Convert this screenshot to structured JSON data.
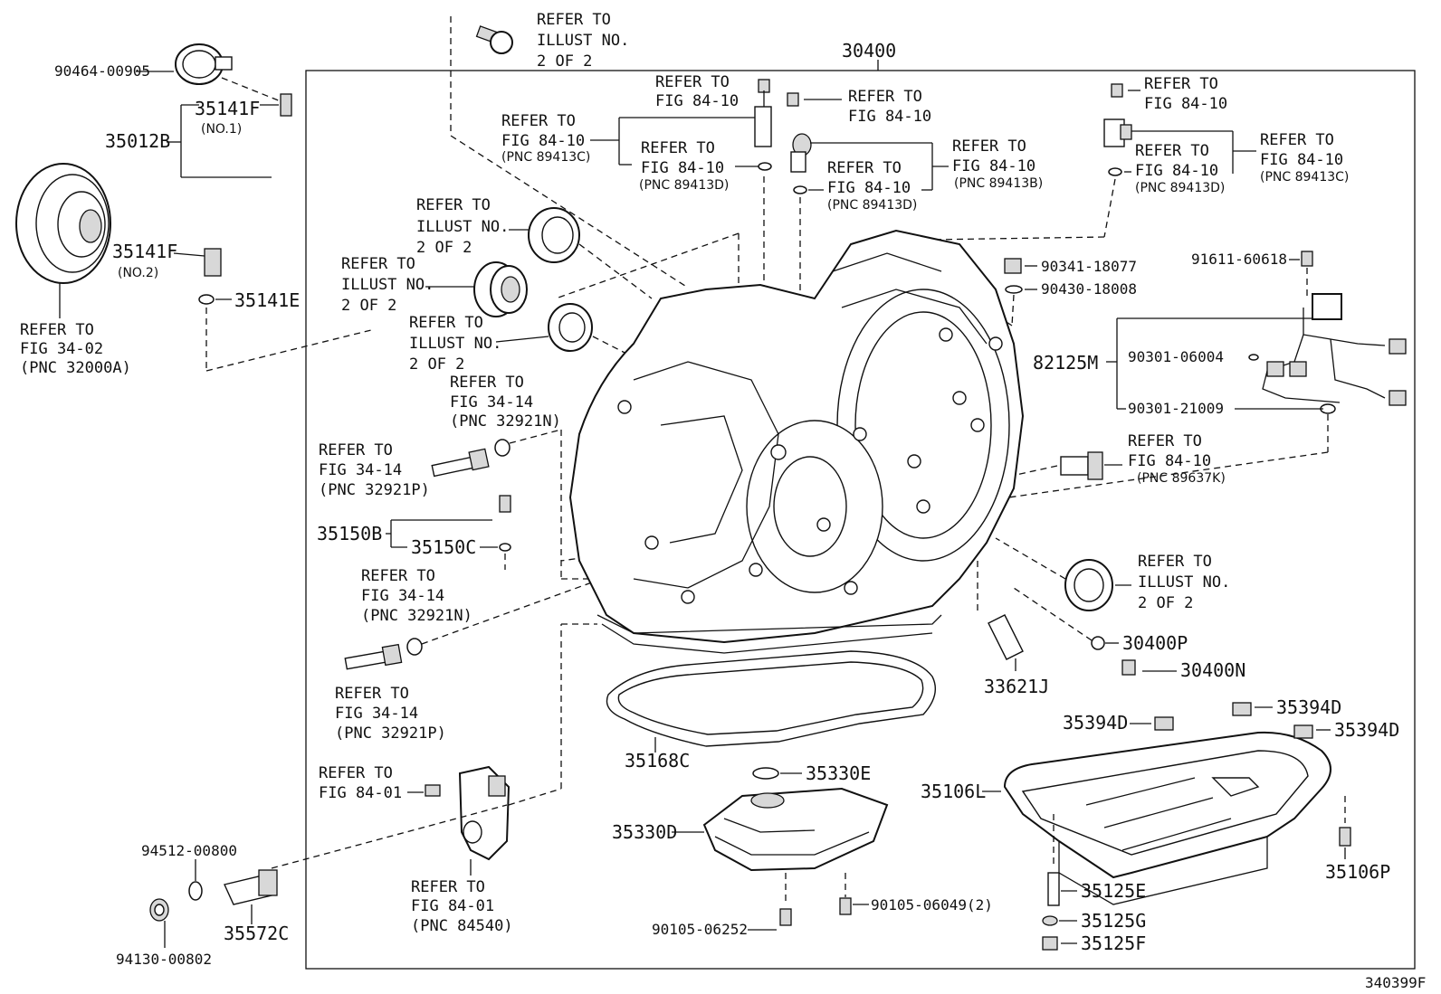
{
  "diagram_id": "340399F",
  "assembly": "30400",
  "refer": {
    "illust_2of2": [
      "REFER TO",
      "ILLUST NO.",
      "2 OF 2"
    ],
    "fig_84_10": [
      "REFER TO",
      "FIG 84-10"
    ],
    "fig_84_01": [
      "REFER TO",
      "FIG 84-01"
    ],
    "fig_34_14": [
      "REFER TO",
      "FIG 34-14"
    ],
    "fig_34_02": [
      "REFER TO",
      "FIG 34-02"
    ],
    "pnc_89413C": "(PNC 89413C)",
    "pnc_89413D": "(PNC 89413D)",
    "pnc_89413B": "(PNC 89413B)",
    "pnc_89637K": "(PNC 89637K)",
    "pnc_32921N": "(PNC 32921N)",
    "pnc_32921P": "(PNC 32921P)",
    "pnc_32000A": "(PNC 32000A)",
    "pnc_84540": "(PNC 84540)"
  },
  "parts": {
    "p90464_00905": "90464-00905",
    "p35141F": "35141F",
    "no1": "(NO.1)",
    "no2": "(NO.2)",
    "p35012B": "35012B",
    "p35141E": "35141E",
    "p35150B": "35150B",
    "p35150C": "35150C",
    "p90341_18077": "90341-18077",
    "p90430_18008": "90430-18008",
    "p91611_60618": "91611-60618",
    "p82125M": "82125M",
    "p90301_06004": "90301-06004",
    "p90301_21009": "90301-21009",
    "p30400P": "30400P",
    "p30400N": "30400N",
    "p33621J": "33621J",
    "p35394D": "35394D",
    "p35168C": "35168C",
    "p35330E": "35330E",
    "p35106L": "35106L",
    "p35330D": "35330D",
    "p35106P": "35106P",
    "p35125E": "35125E",
    "p35125G": "35125G",
    "p35125F": "35125F",
    "p90105_06049": "90105-06049(2)",
    "p90105_06252": "90105-06252",
    "p94512_00800": "94512-00800",
    "p94130_00802": "94130-00802",
    "p35572C": "35572C"
  }
}
